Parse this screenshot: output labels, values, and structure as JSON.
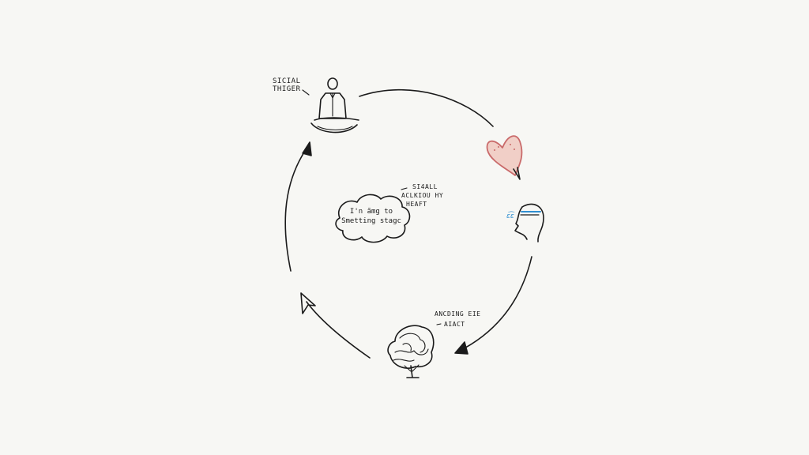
{
  "labels": {
    "social_trigger": [
      "SICIAL",
      "THIGER"
    ],
    "center_note": [
      "SI4ALL",
      "ACLKIOU Hy",
      "HEAFT"
    ],
    "bottom_note": [
      "ANCDING EIE",
      "AIACT"
    ]
  },
  "cloud": {
    "lines": [
      "I'n ãmg to",
      "Smetting stagc"
    ]
  },
  "colors": {
    "ink": "#1b1b1b",
    "paper": "#f7f7f4",
    "heart": "#c96a6a",
    "heart_fill": "#f1cfc7",
    "tears": "#2f8fd1"
  },
  "icons": {
    "top": "meditating-person-icon",
    "right_top": "heart-icon",
    "right": "head-profile-icon",
    "bottom": "brain-tree-icon"
  }
}
